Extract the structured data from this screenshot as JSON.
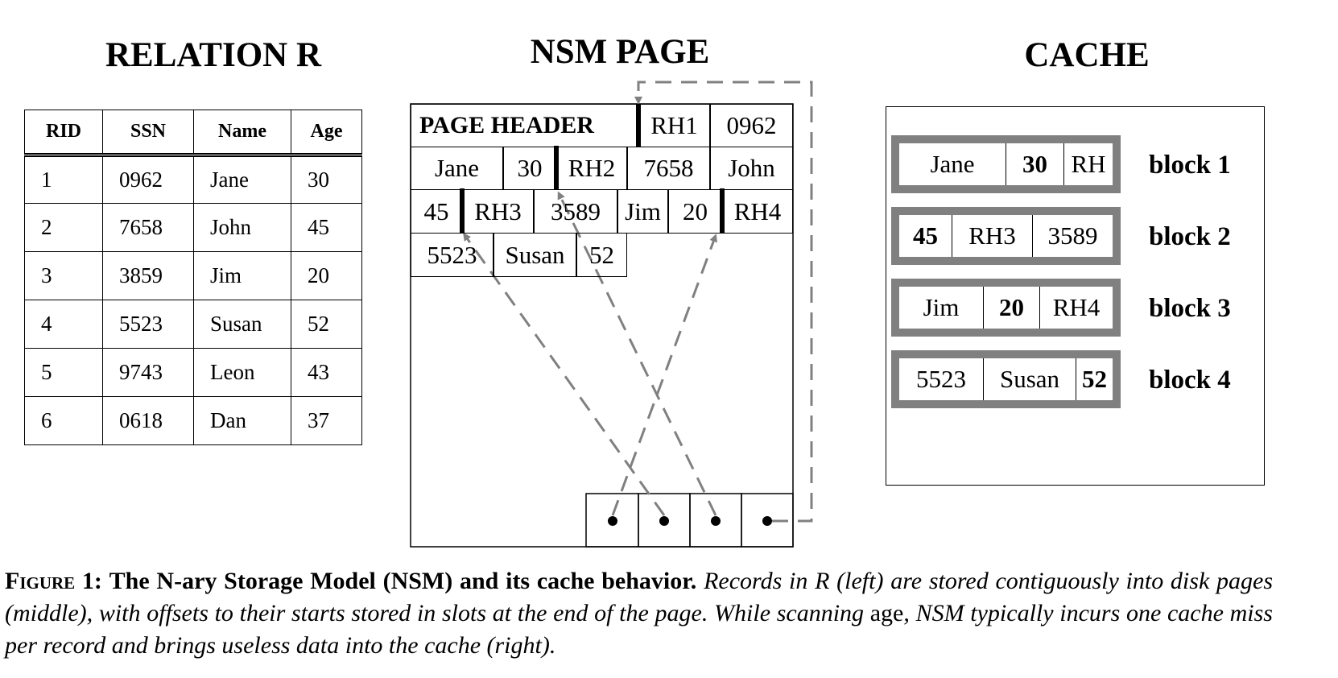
{
  "titles": {
    "relation": "RELATION R",
    "nsm": "NSM PAGE",
    "cache": "CACHE"
  },
  "relation": {
    "headers": [
      "RID",
      "SSN",
      "Name",
      "Age"
    ],
    "rows": [
      [
        "1",
        "0962",
        "Jane",
        "30"
      ],
      [
        "2",
        "7658",
        "John",
        "45"
      ],
      [
        "3",
        "3859",
        "Jim",
        "20"
      ],
      [
        "4",
        "5523",
        "Susan",
        "52"
      ],
      [
        "5",
        "9743",
        "Leon",
        "43"
      ],
      [
        "6",
        "0618",
        "Dan",
        "37"
      ]
    ]
  },
  "nsm": {
    "header_label": "PAGE HEADER",
    "row1": [
      "RH1",
      "0962"
    ],
    "row2": [
      "Jane",
      "30",
      "RH2",
      "7658",
      "John"
    ],
    "row3": [
      "45",
      "RH3",
      "3589",
      "Jim",
      "20",
      "RH4"
    ],
    "row4": [
      "5523",
      "Susan",
      "52"
    ]
  },
  "cache": {
    "blocks": [
      {
        "cells": [
          "Jane",
          "30",
          "RH"
        ],
        "bold": [
          false,
          true,
          false
        ],
        "label": "block 1"
      },
      {
        "cells": [
          "45",
          "RH3",
          "3589"
        ],
        "bold": [
          true,
          false,
          false
        ],
        "label": "block 2"
      },
      {
        "cells": [
          "Jim",
          "20",
          "RH4"
        ],
        "bold": [
          false,
          true,
          false
        ],
        "label": "block 3"
      },
      {
        "cells": [
          "5523",
          "Susan",
          "52"
        ],
        "bold": [
          false,
          false,
          true
        ],
        "label": "block 4"
      }
    ]
  },
  "caption": {
    "figure_label": "Figure 1:",
    "lead": "The N-ary Storage Model (NSM) and its cache behavior.",
    "body_1": "Records in R (left) are stored contiguously into disk pages (middle), with offsets to their starts stored in slots at the end of the page. While scanning",
    "keyword": "age",
    "body_2": ", NSM typically incurs one cache miss per record and brings useless data into the cache (right)."
  },
  "colors": {
    "arrow": "#808080",
    "cache_border": "#808080",
    "ink": "#000000"
  }
}
